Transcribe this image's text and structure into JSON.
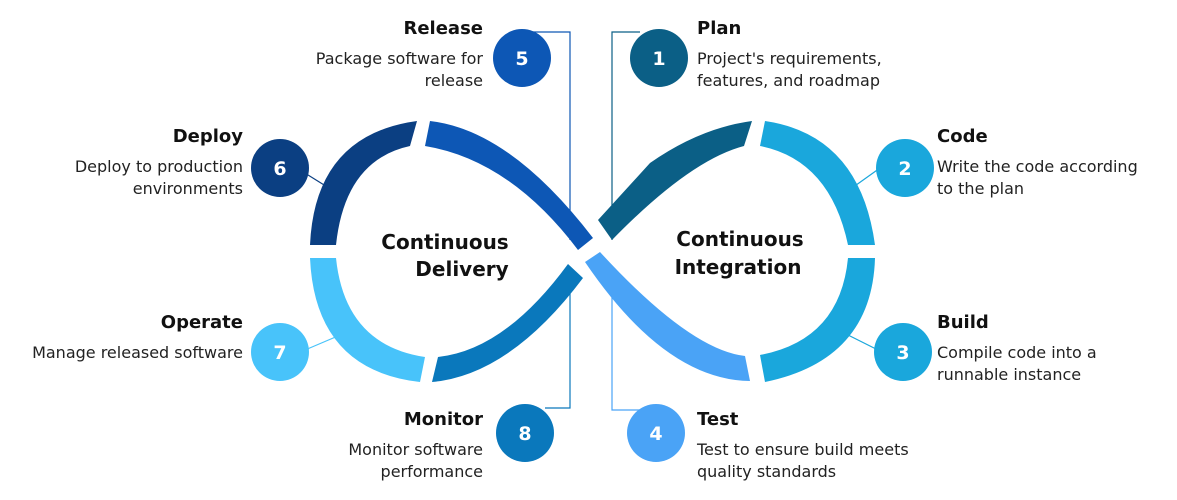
{
  "center": {
    "left": [
      "Continuous",
      "Delivery"
    ],
    "right": [
      "Continuous",
      "Integration"
    ]
  },
  "stages": [
    {
      "num": "1",
      "title": "Plan",
      "desc": [
        "Project's requirements,",
        "features, and roadmap"
      ],
      "color": "#0b5f86"
    },
    {
      "num": "2",
      "title": "Code",
      "desc": [
        "Write the code according",
        "to the plan"
      ],
      "color": "#1aa7dc"
    },
    {
      "num": "3",
      "title": "Build",
      "desc": [
        "Compile code into a",
        "runnable instance"
      ],
      "color": "#1aa7dc"
    },
    {
      "num": "4",
      "title": "Test",
      "desc": [
        "Test to ensure build meets",
        "quality standards"
      ],
      "color": "#4aa3f6"
    },
    {
      "num": "5",
      "title": "Release",
      "desc": [
        "Package software for",
        "release"
      ],
      "color": "#0d57b5"
    },
    {
      "num": "6",
      "title": "Deploy",
      "desc": [
        "Deploy to production",
        "environments"
      ],
      "color": "#0b3f82"
    },
    {
      "num": "7",
      "title": "Operate",
      "desc": [
        "Manage released software"
      ],
      "color": "#48c3fa"
    },
    {
      "num": "8",
      "title": "Monitor",
      "desc": [
        "Monitor software",
        "performance"
      ],
      "color": "#0a78bc"
    }
  ]
}
